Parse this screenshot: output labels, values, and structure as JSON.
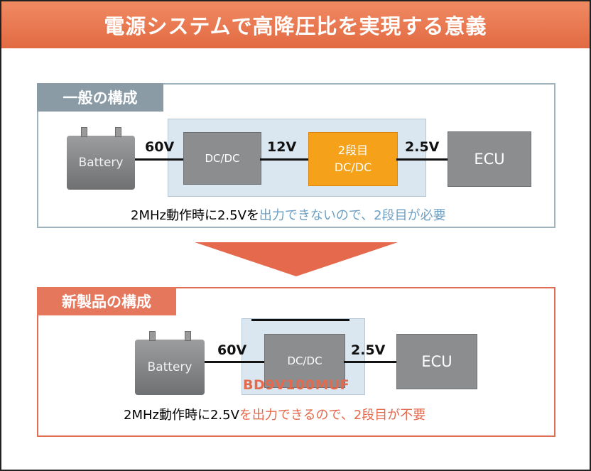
{
  "header": {
    "title": "電源システムで高降圧比を実現する意義"
  },
  "general": {
    "tab_label": "一般の構成",
    "battery_label": "Battery",
    "v_in": "60V",
    "dcdc1_label": "DC/DC",
    "v_mid": "12V",
    "dcdc2_line1": "2段目",
    "dcdc2_line2": "DC/DC",
    "v_out": "2.5V",
    "ecu_label": "ECU",
    "caption_black": "2MHz動作時に2.5Vを",
    "caption_color": "出力できないので、2段目が必要"
  },
  "new_product": {
    "tab_label": "新製品の構成",
    "battery_label": "Battery",
    "v_in": "60V",
    "dcdc_label": "DC/DC",
    "part_number": "BD9V100MUF",
    "v_out": "2.5V",
    "ecu_label": "ECU",
    "caption_black": "2MHz動作時に2.5V",
    "caption_color": "を出力できるので、2段目が不要"
  },
  "colors": {
    "header": "#e26a42",
    "general_border": "#9fb3be",
    "new_border": "#e26d55",
    "second_stage": "#f5a21a",
    "arrow": "#e4694d"
  }
}
